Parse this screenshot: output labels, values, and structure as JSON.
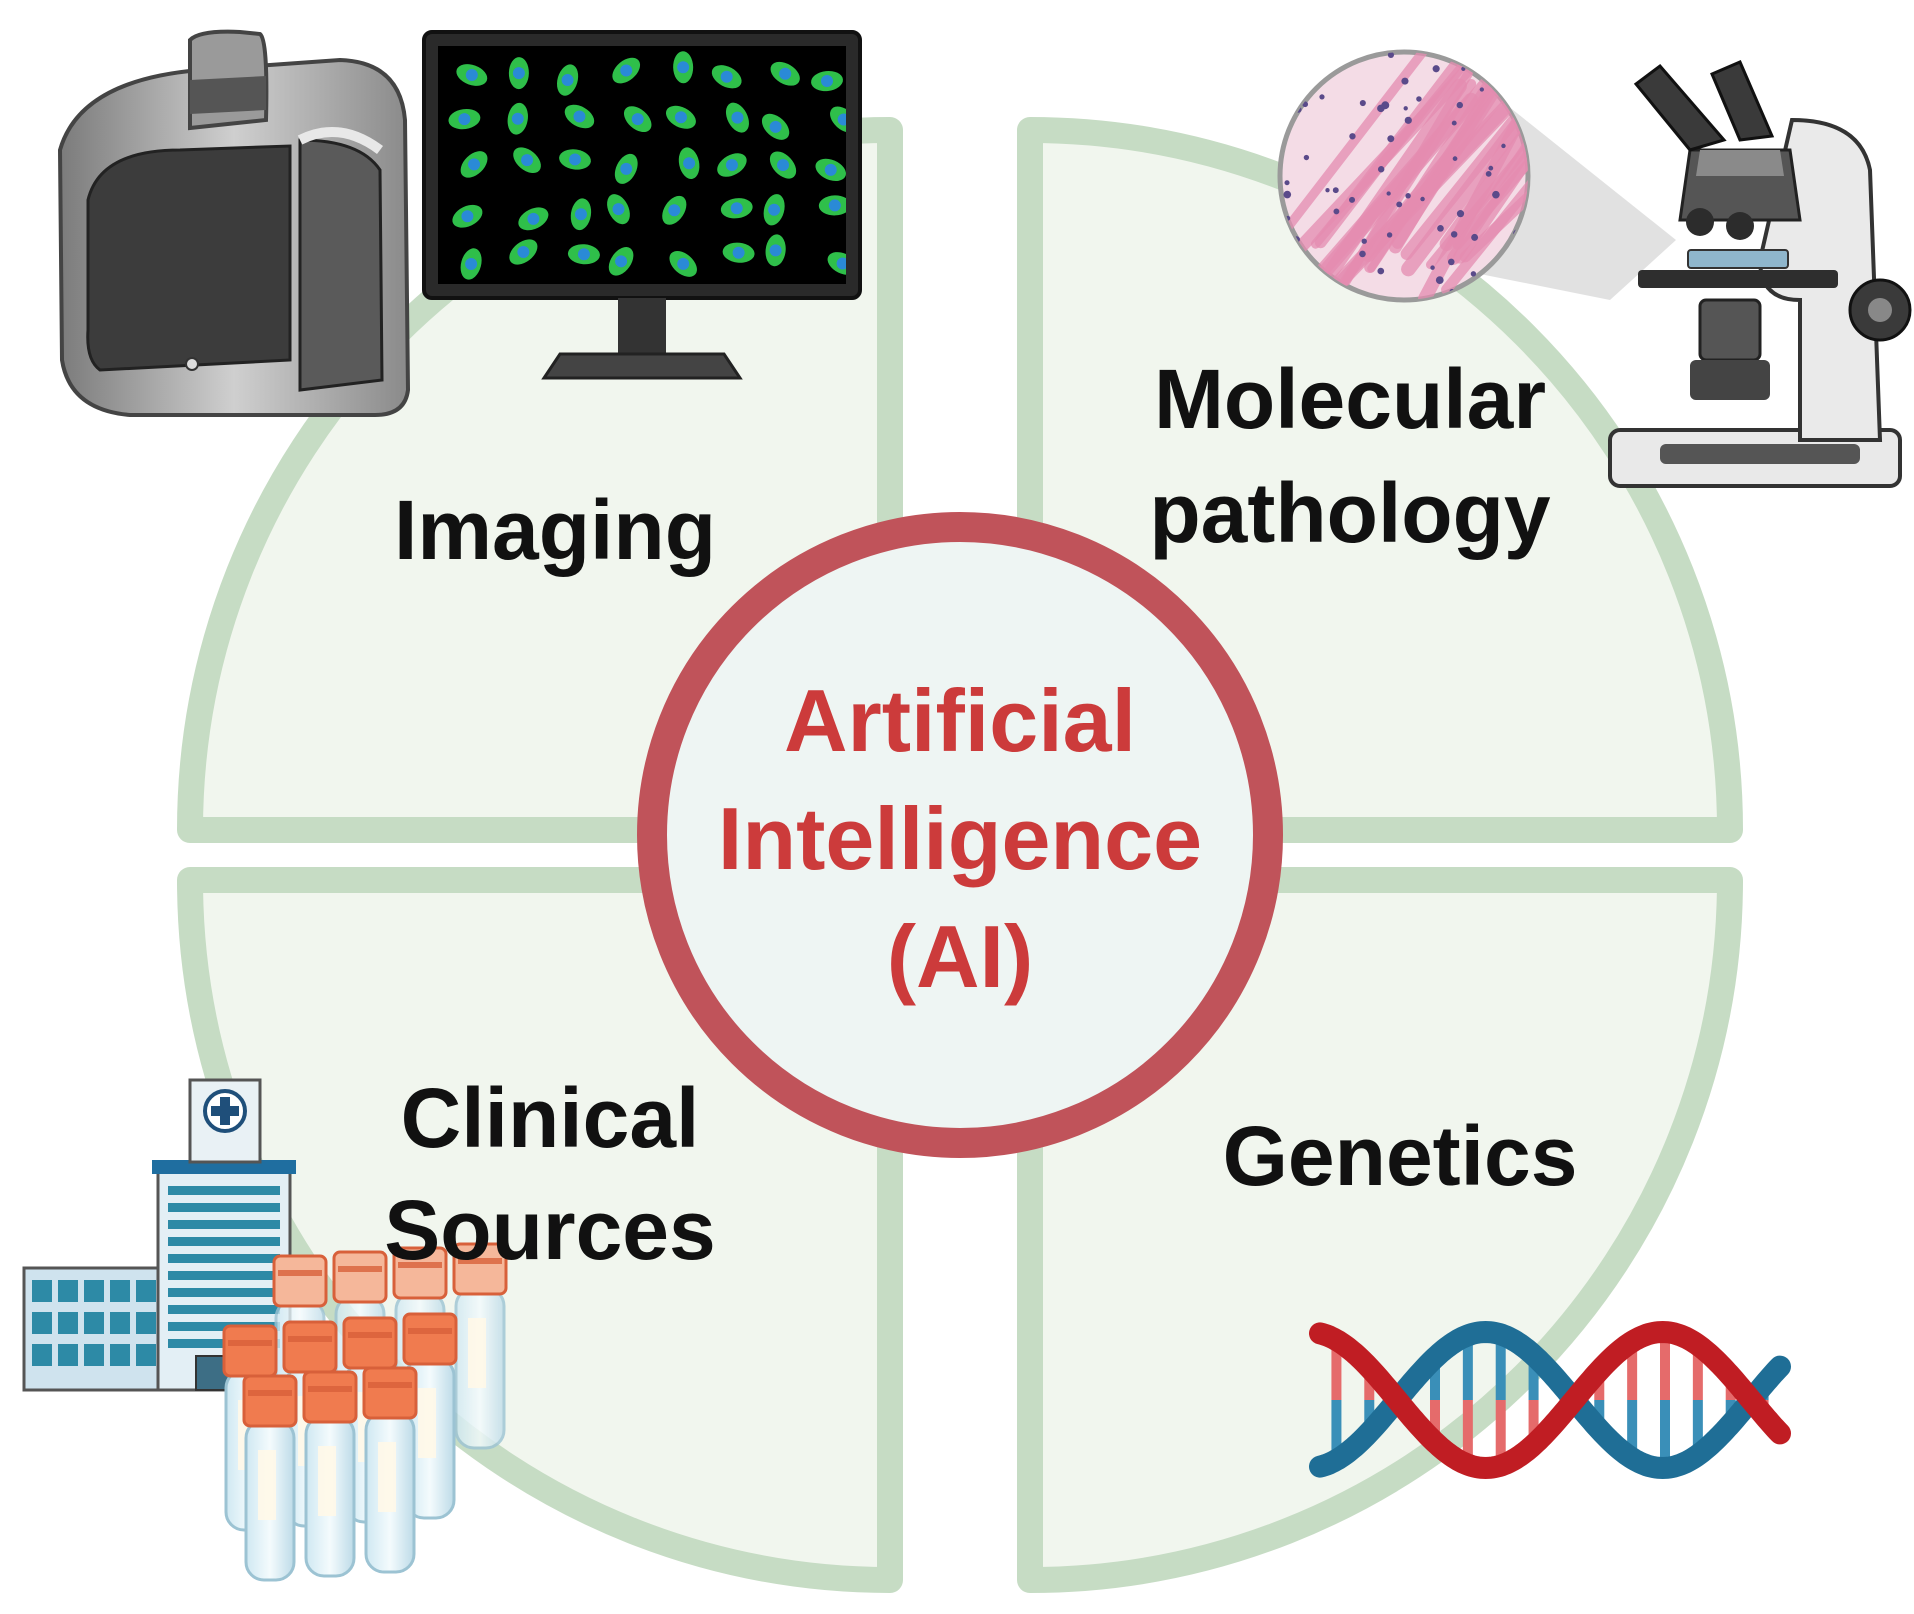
{
  "center": {
    "lines": [
      "Artificial",
      "Intelligence",
      "(AI)"
    ]
  },
  "quadrants": {
    "imaging": {
      "lines": [
        "Imaging"
      ],
      "icons": [
        "scanner-icon",
        "monitor-icon",
        "fluorescent-cells-icon"
      ]
    },
    "molecular_pathology": {
      "lines": [
        "Molecular",
        "pathology"
      ],
      "icons": [
        "tissue-slide-icon",
        "microscope-icon"
      ]
    },
    "clinical_sources": {
      "lines": [
        "Clinical",
        "Sources"
      ],
      "icons": [
        "hospital-icon",
        "sample-tubes-icon"
      ]
    },
    "genetics": {
      "lines": [
        "Genetics"
      ],
      "icons": [
        "dna-helix-icon"
      ]
    }
  },
  "colors": {
    "quadrant_fill": "#f1f6ee",
    "quadrant_stroke": "#c6dcc4",
    "center_stroke": "#c0535a",
    "center_fill": "#eef5f3",
    "ai_text": "#cc3b3b",
    "label_text": "#111111",
    "dna_red": "#c01d23",
    "dna_blue": "#1f6e96"
  }
}
